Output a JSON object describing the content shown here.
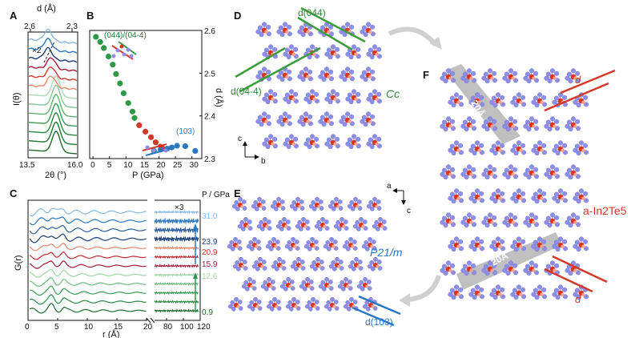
{
  "panels": {
    "A": "A",
    "B": "B",
    "C": "C",
    "D": "D",
    "E": "E",
    "F": "F"
  },
  "colors": {
    "green_dark": "#1f6b2e",
    "green": "#2e9a47",
    "green_light": "#9fd5a8",
    "red": "#d23a2b",
    "red_dark": "#a11a3a",
    "salmon": "#e8866a",
    "blue": "#2b78c0",
    "blue_dark": "#1a3f7a",
    "blue_light": "#86b8e0",
    "atom_blue": "#8f8ee6",
    "atom_red": "#e0301e",
    "gray_band": "#b5b5b5"
  },
  "panelA": {
    "top_axis_label": "d (Å)",
    "top_ticks": [
      "2.6",
      "2.3"
    ],
    "scale_note": "×2",
    "ylabel": "I(θ)",
    "xlabel": "2θ (°)",
    "x_ticks": [
      "13.5",
      "16.0"
    ],
    "curve_colors": [
      "#1f6b2e",
      "#237534",
      "#2a8a40",
      "#3a9d55",
      "#5fb374",
      "#86c795",
      "#a9d9b3",
      "#e8866a",
      "#d23a2b",
      "#a11a3a",
      "#1a3f7a",
      "#2b78c0",
      "#86b8e0"
    ]
  },
  "panelB": {
    "xlabel": "P (GPa)",
    "ylabel": "d (Å)",
    "x_ticks": [
      "0",
      "5",
      "10",
      "15",
      "20",
      "25",
      "30"
    ],
    "y_ticks": [
      "2.3",
      "2.4",
      "2.5",
      "2.6"
    ],
    "label_green": "(044)/(04-4)",
    "label_blue": "(103)"
  },
  "chart_data": {
    "type": "scatter",
    "xlabel": "P (GPa)",
    "ylabel": "d (Å)",
    "xlim": [
      -1,
      33
    ],
    "ylim": [
      2.3,
      2.6
    ],
    "series": [
      {
        "name": "(044)/(04-4)",
        "color": "#2e9a47",
        "x": [
          0.9,
          2.2,
          3.3,
          4.7,
          6,
          7,
          8.2,
          9.3,
          10.7,
          12,
          12.6
        ],
        "y": [
          2.585,
          2.573,
          2.559,
          2.539,
          2.52,
          2.498,
          2.476,
          2.453,
          2.43,
          2.41,
          2.395
        ]
      },
      {
        "name": "",
        "color": "#d23a2b",
        "x": [
          14,
          15.9,
          17.6,
          19,
          20.9
        ],
        "y": [
          2.378,
          2.363,
          2.35,
          2.338,
          2.326
        ]
      },
      {
        "name": "(103)",
        "color": "#2b78c0",
        "x": [
          18.5,
          20.5,
          22.5,
          23.9,
          25.5,
          28,
          31
        ],
        "y": [
          2.318,
          2.321,
          2.323,
          2.326,
          2.33,
          2.329,
          2.318
        ]
      }
    ]
  },
  "panelC": {
    "ylabel": "G(r)",
    "xlabel": "r (Å)",
    "x_ticks": [
      "0",
      "5",
      "10",
      "15",
      "20",
      "80",
      "100",
      "120"
    ],
    "pressure_header": "P / GPa",
    "scale_note": "×3",
    "pressure_labels": [
      "31.0",
      "23.9",
      "20.9",
      "15.9",
      "12.6",
      "0.9"
    ],
    "pressure_colors": [
      "#86b8e0",
      "#1a3f7a",
      "#d23a2b",
      "#a11a3a",
      "#9fd5a8",
      "#1f6b2e"
    ],
    "curve_colors": [
      "#1f6b2e",
      "#2a8a40",
      "#3a9d55",
      "#6fbb80",
      "#9fd5a8",
      "#a11a3a",
      "#c12a35",
      "#e8866a",
      "#1a3f7a",
      "#2b5fa0",
      "#2b78c0",
      "#86b8e0"
    ]
  },
  "panelD": {
    "phase": "Cc",
    "plane_top": "d(044)",
    "plane_left": "d(04-4)",
    "axis_c": "c",
    "axis_b": "b"
  },
  "panelE": {
    "phase": "P21/m",
    "plane": "d(103)",
    "axis_a": "a",
    "axis_c": "c"
  },
  "panelF": {
    "phase": "a-In2Te5",
    "plane": "d",
    "band_label": "20Å"
  }
}
